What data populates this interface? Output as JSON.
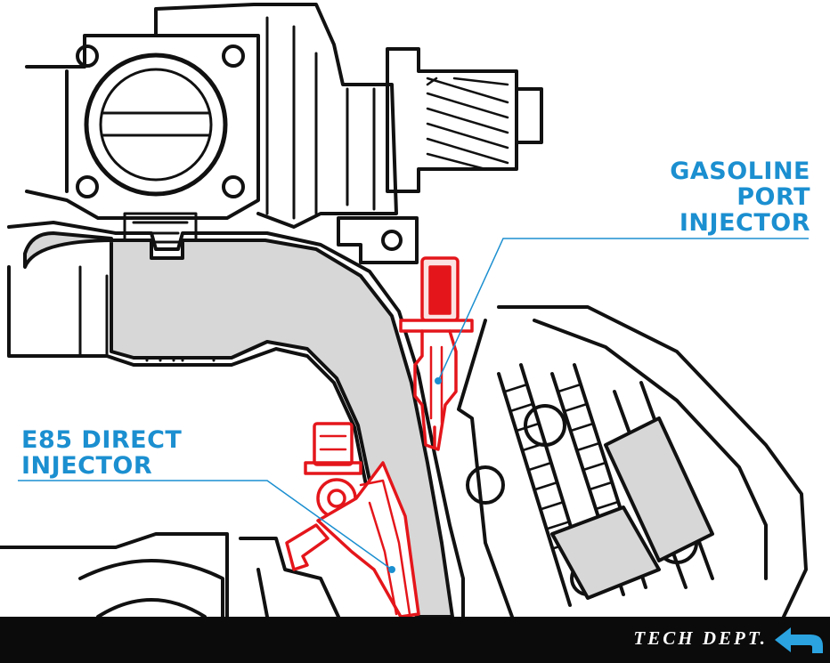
{
  "callouts": {
    "gasoline": {
      "lines": [
        "GASOLINE",
        "PORT",
        "INJECTOR"
      ]
    },
    "e85": {
      "lines": [
        "E85 DIRECT",
        "INJECTOR"
      ]
    }
  },
  "footer": {
    "section_label": "TECH DEPT."
  },
  "icons": {
    "footer_arrow": "arrow-left-icon"
  },
  "colors": {
    "callout": "#1b8fd0",
    "injector": "#e4161b",
    "outline": "#111111",
    "port_fill": "#d7d7d7",
    "footer_bg": "#0b0b0b",
    "footer_text": "#ffffff",
    "arrow": "#2aa3e0"
  }
}
